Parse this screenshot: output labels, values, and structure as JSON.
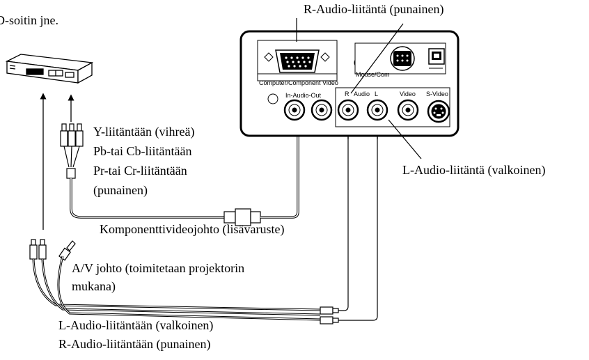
{
  "labels": {
    "top_left_fragment": "D-soitin jne.",
    "r_audio_jack": "R-Audio-liitäntä (punainen)",
    "l_audio_jack": "L-Audio-liitäntä (valkoinen)",
    "y_jack": "Y-liitäntään (vihreä)",
    "pb_jack": "Pb-tai Cb-liitäntään",
    "pr_jack": "Pr-tai Cr-liitäntään",
    "pr_color": "(punainen)",
    "component_cable": "Komponenttivideojohto (lisävaruste)",
    "av_cable_line1": "A/V johto (toimitetaan projektorin",
    "av_cable_line2": "mukana)",
    "l_audio_plug": "L-Audio-liitäntään (valkoinen)",
    "r_audio_plug": "R-Audio-liitäntään (punainen)"
  },
  "panel": {
    "computer_port": "Computer/Component Video",
    "mouse_port": "Mouse/Com",
    "audio_in_out": "In-Audio-Out",
    "r_label": "R",
    "audio_label": "Audio",
    "l_label": "L",
    "video_label": "Video",
    "svideo_label": "S-Video"
  }
}
